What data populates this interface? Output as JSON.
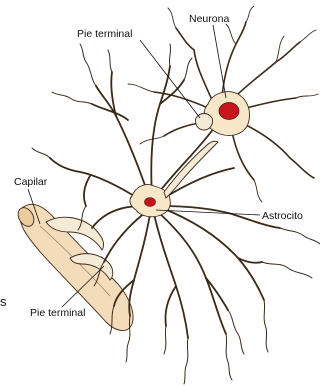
{
  "labels": {
    "neuron": "Neurona",
    "end_foot_top": "Pie terminal",
    "capillary": "Capilar",
    "astrocyte": "Astrocito",
    "end_foot_bottom": "Pie terminal",
    "edge_glyph": "s"
  },
  "colors": {
    "cell_body": "#f6e7c8",
    "cell_fill": "#f4ead6",
    "nucleus": "#c4161c",
    "capillary": "#f3dcb9",
    "outline": "#3a2a18"
  }
}
